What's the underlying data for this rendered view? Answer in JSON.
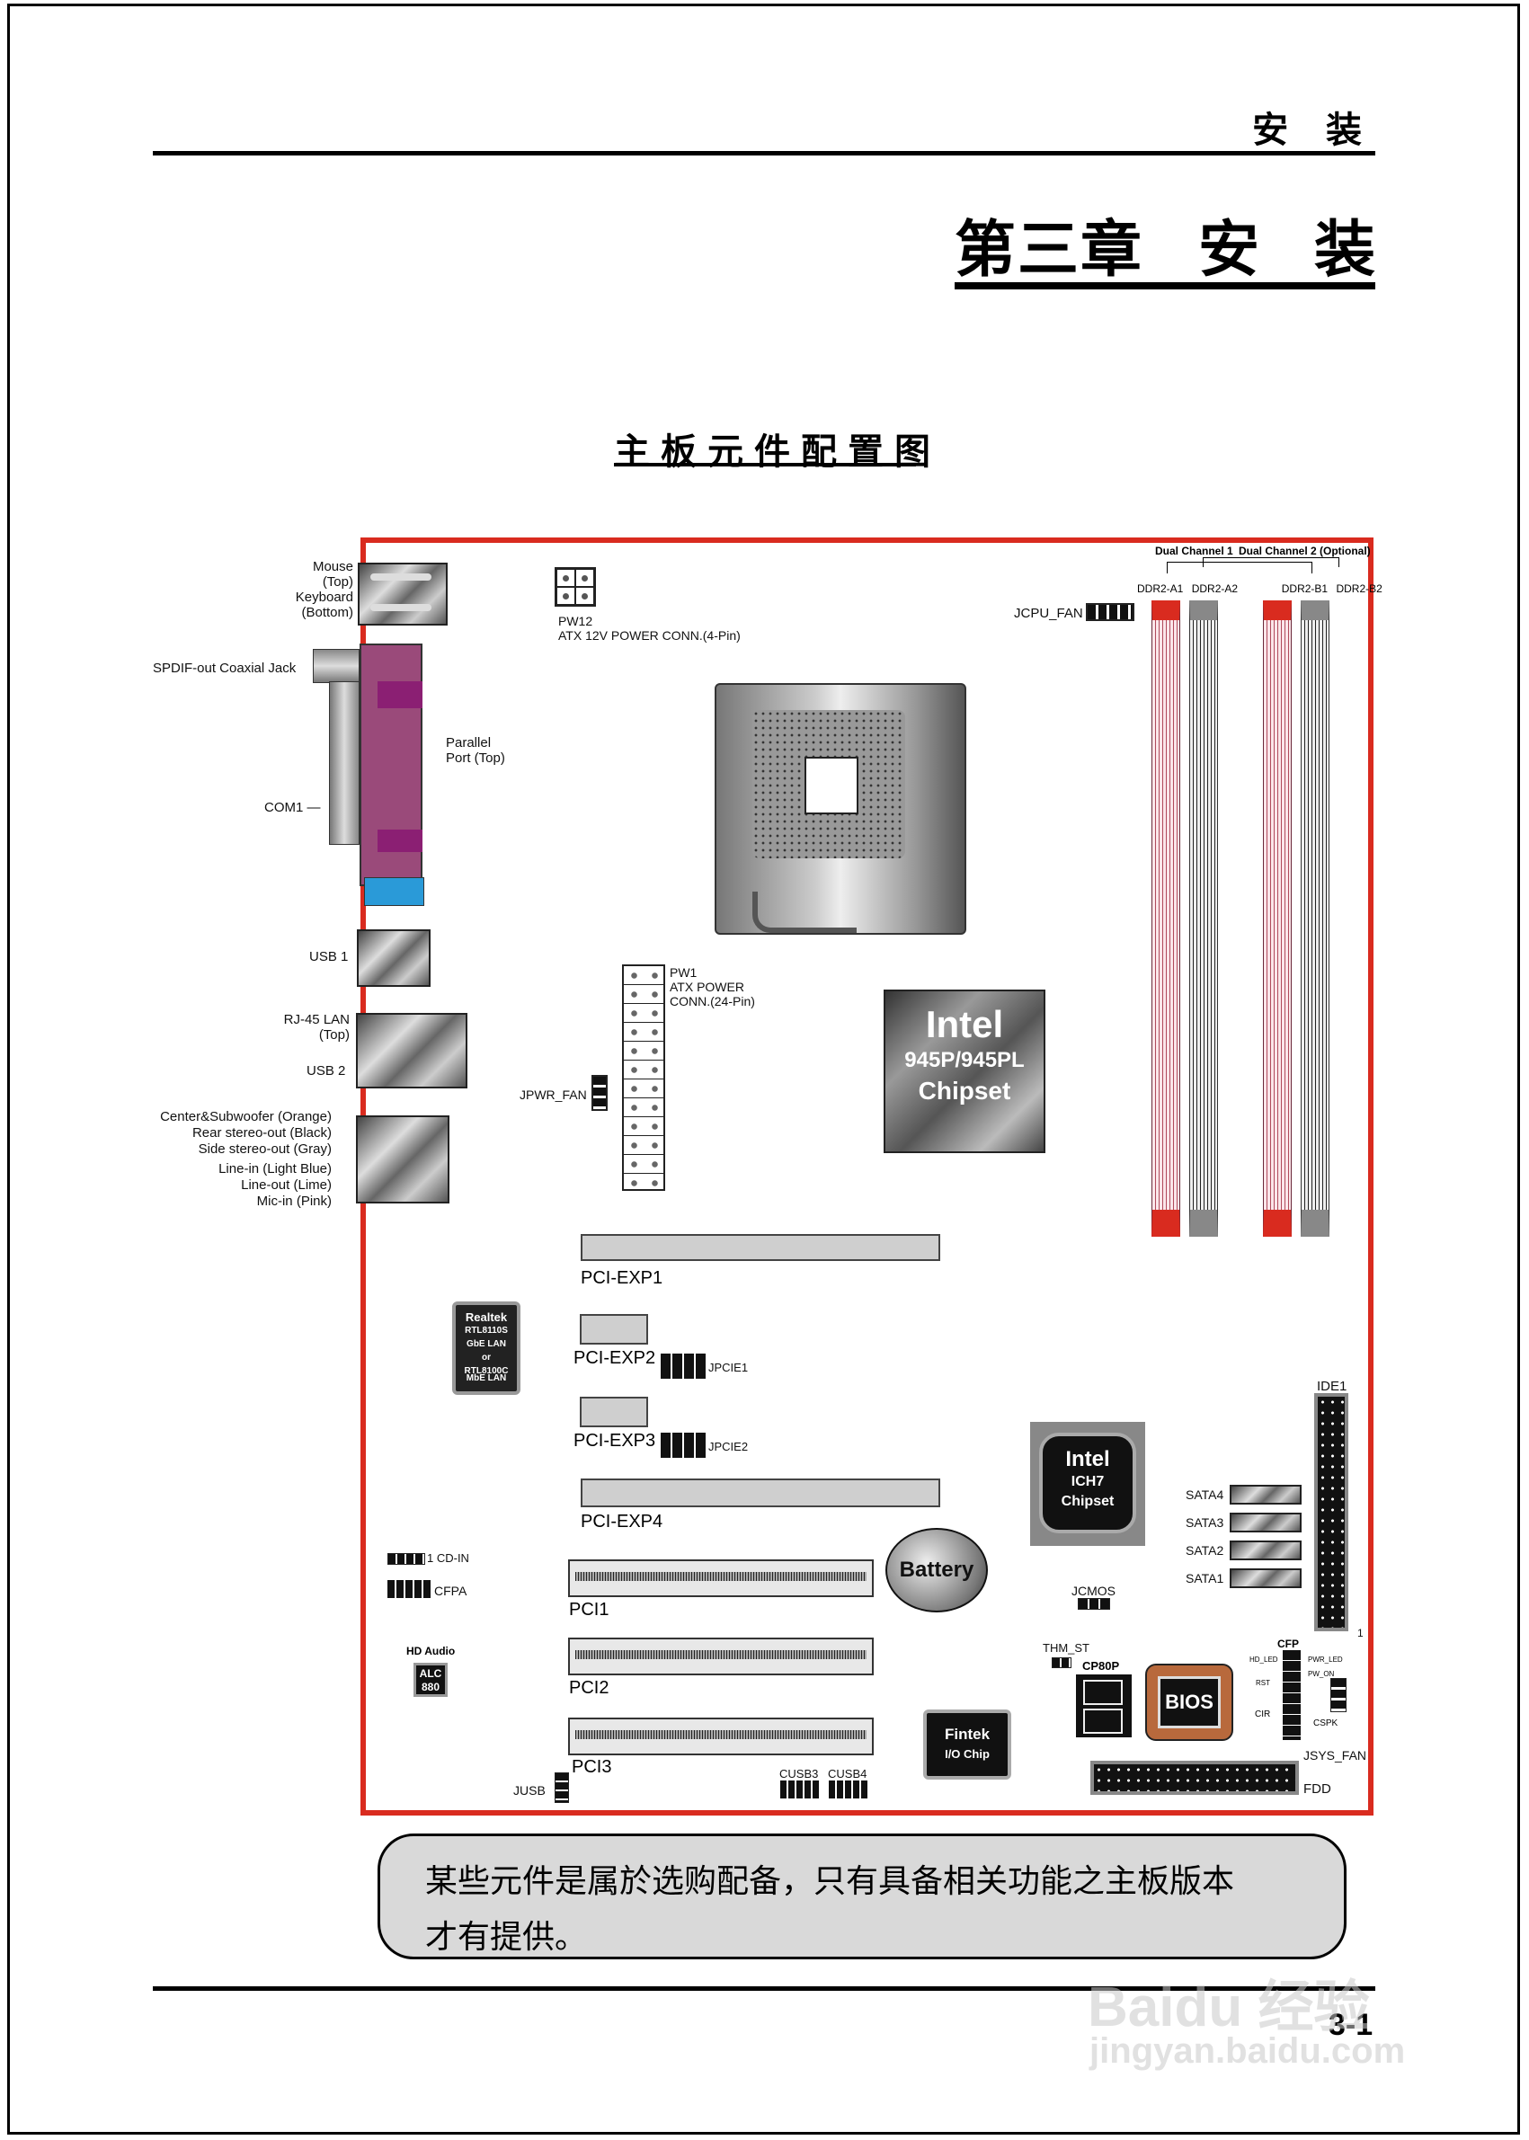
{
  "header": {
    "section_title": "安 装"
  },
  "chapter": {
    "prefix": "第三章",
    "word1": "安",
    "word2": "装"
  },
  "diagram": {
    "title": "主板元件配置图",
    "border_color": "#d92b1f",
    "rear_io": {
      "mouse": "Mouse",
      "mouse_pos": "(Top)",
      "keyboard": "Keyboard",
      "keyboard_pos": "(Bottom)",
      "spdif": "SPDIF-out Coaxial Jack",
      "parallel": "Parallel",
      "parallel_pos": "Port (Top)",
      "com1": "COM1",
      "usb1": "USB 1",
      "lan": "RJ-45 LAN",
      "lan_pos": "(Top)",
      "usb2": "USB 2",
      "audio": [
        "Center&Subwoofer (Orange)",
        "Rear stereo-out (Black)",
        "Side stereo-out (Gray)",
        "Line-in (Light Blue)",
        "Line-out (Lime)",
        "Mic-in (Pink)"
      ]
    },
    "power": {
      "pw12": "PW12",
      "pw12_desc": "ATX 12V POWER CONN.(4-Pin)",
      "pw1": "PW1",
      "pw1_desc1": "ATX POWER",
      "pw1_desc2": "CONN.(24-Pin)",
      "jpwr_fan": "JPWR_FAN"
    },
    "cpu_fan": "JCPU_FAN",
    "memory": {
      "channel1": "Dual Channel 1",
      "channel2": "Dual Channel 2 (Optional)",
      "slots": [
        "DDR2-A1",
        "DDR2-A2",
        "DDR2-B1",
        "DDR2-B2"
      ]
    },
    "northbridge": {
      "brand": "Intel",
      "model": "945P/945PL",
      "type": "Chipset"
    },
    "lan_chip": {
      "brand": "Realtek",
      "line1": "RTL8110S",
      "line2": "GbE LAN",
      "line3": "or",
      "line4": "RTL8100C",
      "line5": "MbE LAN"
    },
    "slots": {
      "pcie1": "PCI-EXP1",
      "pcie2": "PCI-EXP2",
      "pcie3": "PCI-EXP3",
      "pcie4": "PCI-EXP4",
      "jpcie1": "JPCIE1",
      "jpcie2": "JPCIE2",
      "pci1": "PCI1",
      "pci2": "PCI2",
      "pci3": "PCI3"
    },
    "headers": {
      "cd_in": "CD-IN",
      "cfpa": "CFPA",
      "jusb": "JUSB",
      "cusb3": "CUSB3",
      "cusb4": "CUSB4",
      "jcmos": "JCMOS",
      "thm_st": "THM_ST",
      "cp80p": "CP80P",
      "cfp": "CFP",
      "hd_led": "HD_LED",
      "pwr_led": "PWR_LED",
      "rst": "RST",
      "pw_on": "PW_ON",
      "cir": "CIR",
      "cspk": "CSPK",
      "jsys_fan": "JSYS_FAN",
      "pin1": "1"
    },
    "audio_chip": {
      "label": "HD Audio",
      "line1": "ALC",
      "line2": "880"
    },
    "battery": "Battery",
    "southbridge": {
      "brand": "Intel",
      "model": "ICH7",
      "type": "Chipset"
    },
    "storage": {
      "ide1": "IDE1",
      "fdd": "FDD",
      "sata": [
        "SATA4",
        "SATA3",
        "SATA2",
        "SATA1"
      ]
    },
    "bios": "BIOS",
    "io_chip": {
      "brand": "Fintek",
      "type": "I/O Chip"
    }
  },
  "note": {
    "line1": "某些元件是属於选购配备，只有具备相关功能之主板版本",
    "line2": "才有提供。"
  },
  "footer": {
    "page": "3-1"
  },
  "watermark": {
    "brand": "Bai",
    "brand2": "du",
    "cn": "经验",
    "url": "jingyan.baidu.com"
  }
}
